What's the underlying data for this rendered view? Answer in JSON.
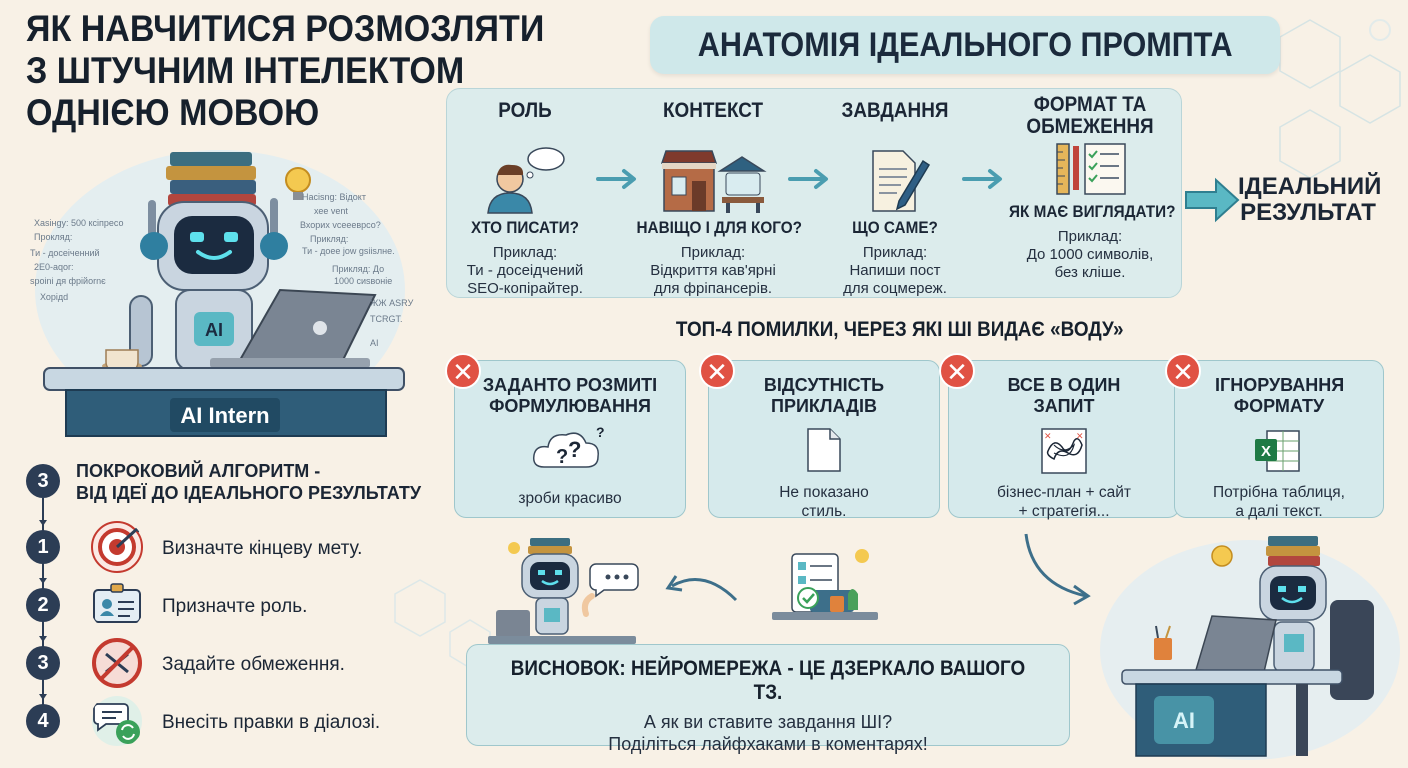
{
  "title": {
    "lines": [
      "ЯК НАВЧИТИСЯ РОЗМОЗЛЯТИ",
      "З ШТУЧНИМ ІНТЕЛЕКТОМ",
      "ОДНІЄЮ МОВОЮ"
    ]
  },
  "intern": {
    "desk_label": "AI Intern",
    "chest_label": "AI",
    "left_notes": [
      "Хаsінgy: 500 ксіпресо",
      "Прокляд:",
      "Ти - досеіченний",
      "2E0-aqor:",
      "spoini дя фрійоrnє",
      "Хорідd"
    ],
    "right_notes": [
      "Насіsng: Відокт",
      "хее vent",
      "Вхорих vсеееврсо?",
      "Прикляд:",
      "Ти - доее jow gsiisлне.",
      "Прикляд: До",
      "1000 сиsвоніе",
      "ЖЖ ASRУ",
      "TCRGT.",
      "AI"
    ]
  },
  "anatomy": {
    "header": "АНАТОМІЯ ІДЕАЛЬНОГО ПРОМПТА",
    "steps": [
      {
        "heading": "РОЛЬ",
        "question": "ХТО ПИСАТИ?",
        "example": [
          "Приклад:",
          "Ти - досеідчений",
          "SEO-копірайтер."
        ]
      },
      {
        "heading": "КОНТЕКСТ",
        "question": "НАВІЩО І ДЛЯ КОГО?",
        "example": [
          "Приклад:",
          "Відкриття кав'ярні",
          "для фріпансерів."
        ]
      },
      {
        "heading": "ЗАВДАННЯ",
        "question": "ЩО САМЕ?",
        "example": [
          "Приклад:",
          "Напиши пост",
          "для соцмереж."
        ]
      },
      {
        "heading": "ФОРМАТ ТА ОБМЕЖЕННЯ",
        "question": "ЯК МАЄ ВИГЛЯДАТИ?",
        "example": [
          "Приклад:",
          "До 1000 символів,",
          "без кліше."
        ]
      }
    ],
    "result": "ІДЕАЛЬНИЙ РЕЗУЛЬТАТ"
  },
  "mistakes": {
    "title": "ТОП-4 ПОМИЛКИ, ЧЕРЕЗ ЯКІ ШІ ВИДАЄ «ВОДУ»",
    "items": [
      {
        "title": "ЗАДАНТО РОЗМИТІ ФОРМУЛЮВАННЯ",
        "desc": [
          "зроби красиво"
        ]
      },
      {
        "title": "ВІДСУТНІСТЬ ПРИКЛАДІВ",
        "desc": [
          "Не показано",
          "стиль."
        ]
      },
      {
        "title": "ВСЕ В ОДИН ЗАПИТ",
        "desc": [
          "бізнес-план + сайт",
          "+ стратегія..."
        ]
      },
      {
        "title": "ІГНОРУВАННЯ ФОРМАТУ",
        "desc": [
          "Потрібна таблиця,",
          "а далі текст."
        ]
      }
    ]
  },
  "algorithm": {
    "title": [
      "ПОКРОКОВИЙ АЛГОРИТМ -",
      "ВІД ІДЕЇ ДО ІДЕАЛЬНОГО РЕЗУЛЬТАТУ"
    ],
    "title_badge": "3",
    "steps": [
      {
        "num": "1",
        "text": "Визначте кінцеву мету.",
        "icon": "target-icon"
      },
      {
        "num": "2",
        "text": "Призначте роль.",
        "icon": "id-card-icon"
      },
      {
        "num": "3",
        "text": "Задайте обмеження.",
        "icon": "prohibited-icon"
      },
      {
        "num": "4",
        "text": "Внесіть правки в діалозі.",
        "icon": "chat-refresh-icon"
      }
    ]
  },
  "conclusion": {
    "title": "ВИСНОВОК: НЕЙРОМЕРЕЖА - ЦЕ ДЗЕРКАЛО ВАШОГО ТЗ.",
    "text": [
      "А як ви ставите завдання ШІ?",
      "Поділіться лайфхаками в коментарях!"
    ]
  },
  "colors": {
    "accent_teal": "#5ab8c4",
    "card_bg": "#d6eaec",
    "error_red": "#e05244",
    "badge_navy": "#2c3d55",
    "background": "#f8f1e6"
  }
}
